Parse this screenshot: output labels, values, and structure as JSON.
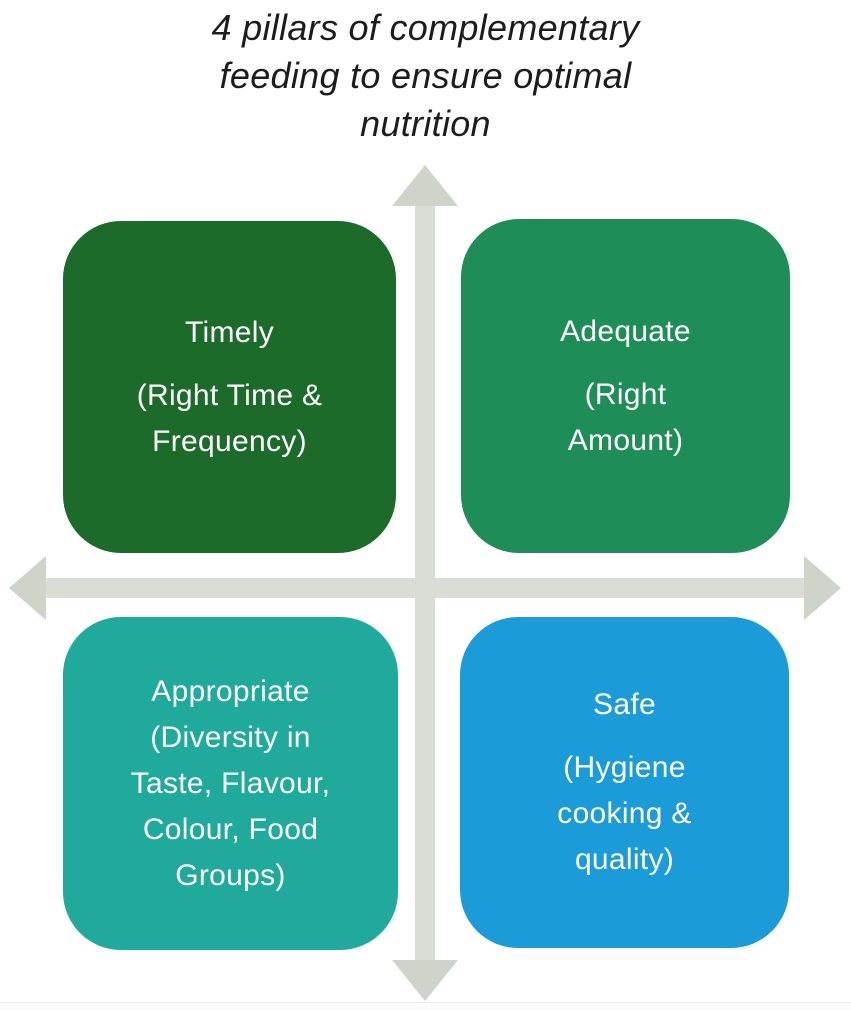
{
  "title": {
    "text": "4 pillars of complementary\nfeeding to ensure optimal\nnutrition",
    "color": "#1c1c1c"
  },
  "axes": {
    "shaft_color": "#d8ddd5",
    "head_color": "#cfd4cb"
  },
  "quadrants": [
    {
      "heading": "Timely",
      "detail": "(Right Time &\nFrequency)",
      "color": "#1d6b2a",
      "text_color": "#ffffff"
    },
    {
      "heading": "Adequate",
      "detail": "(Right\nAmount)",
      "color": "#1e8d58",
      "text_color": "#ffffff"
    },
    {
      "heading": "Appropriate",
      "detail": "(Diversity in\nTaste, Flavour,\nColour, Food\nGroups)",
      "color": "#1faa9b",
      "text_color": "#ffffff"
    },
    {
      "heading": "Safe",
      "detail": "(Hygiene\ncooking &\nquality)",
      "color": "#1b9bd7",
      "text_color": "#ffffff"
    }
  ]
}
